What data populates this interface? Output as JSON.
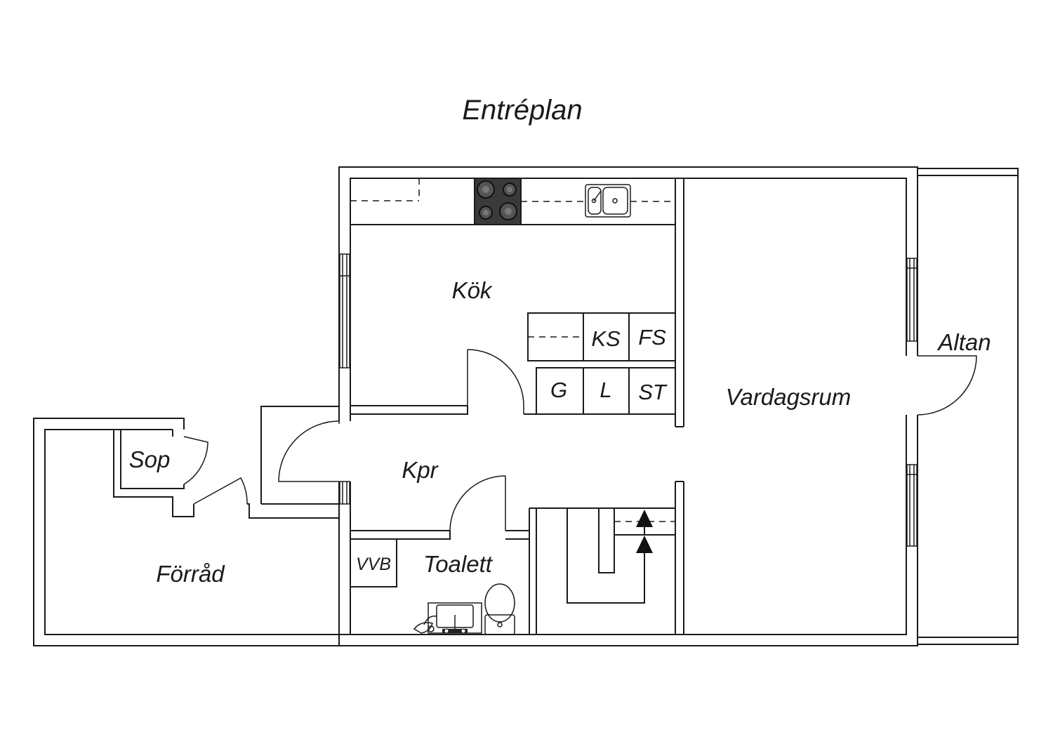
{
  "plan": {
    "title": "Entréplan",
    "rooms": {
      "kitchen": "Kök",
      "living_room": "Vardagsrum",
      "deck": "Altan",
      "hall": "Kpr",
      "toilet": "Toalett",
      "storage": "Förråd",
      "waste": "Sop"
    },
    "fixtures": {
      "fridge": "KS",
      "freezer": "FS",
      "g": "G",
      "l": "L",
      "st": "ST",
      "water_heater": "VVB"
    }
  },
  "colors": {
    "line": "#1a1a1a",
    "background": "#ffffff",
    "stove": "#3a3a3a"
  }
}
